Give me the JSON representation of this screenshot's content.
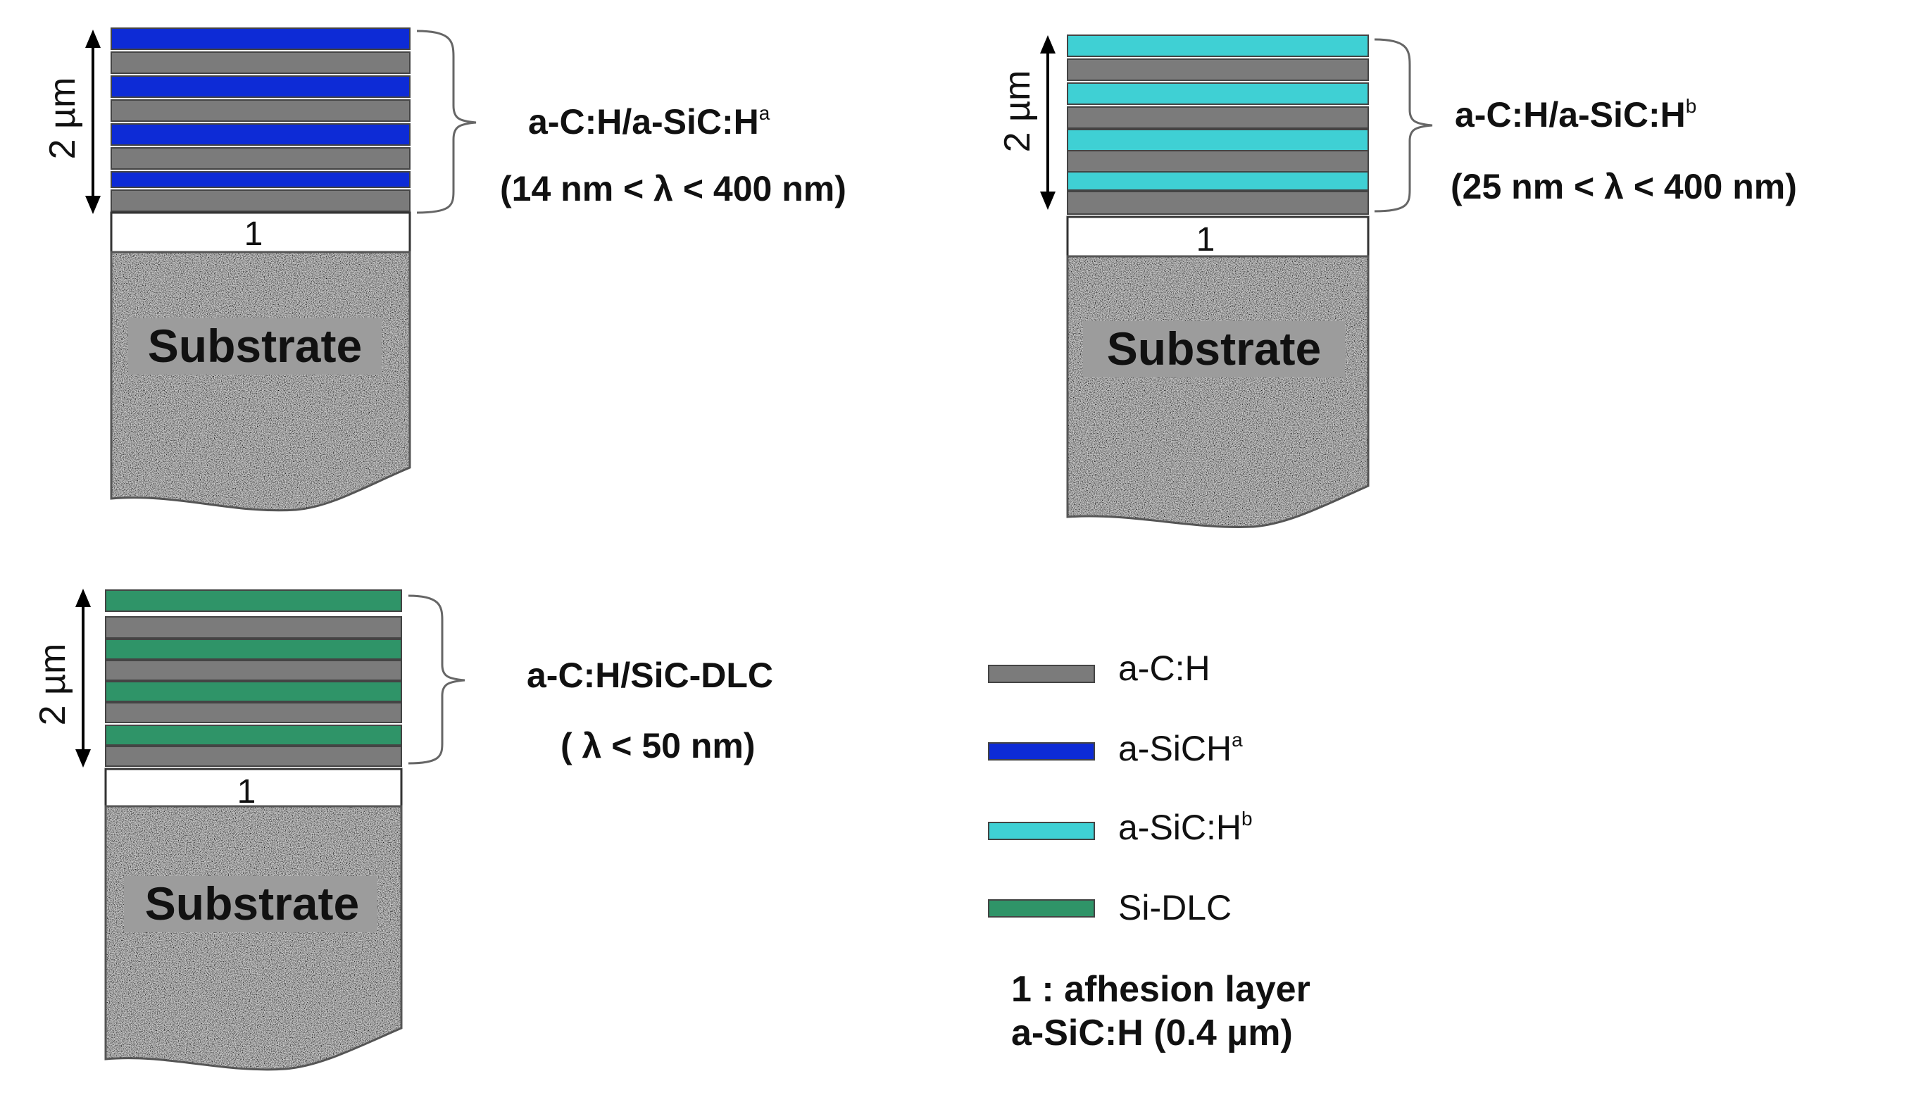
{
  "colors": {
    "a_CH": "#7b7b7b",
    "a_SiCH_a": "#0d2bd6",
    "a_SiCH_b": "#3fd0d4",
    "Si_DLC": "#2f9468",
    "substrate_label_bg": "#9c9c9c",
    "adhesion_layer": "#ffffff"
  },
  "panels": [
    {
      "id": "panel-1",
      "thickness_label": "2 µm",
      "adhesion_label": "1",
      "substrate_label": "Substrate",
      "title_main": "a-C:H/a-SiC:H",
      "title_sup": "a",
      "subtitle": "(14 nm < λ < 400 nm)",
      "stack": [
        "a_SiCH_a",
        "a_CH",
        "a_SiCH_a",
        "a_CH",
        "a_SiCH_a",
        "a_CH",
        "a_SiCH_a",
        "gap",
        "a_CH"
      ]
    },
    {
      "id": "panel-2",
      "thickness_label": "2 µm",
      "adhesion_label": "1",
      "substrate_label": "Substrate",
      "title_main": "a-C:H/a-SiC:H",
      "title_sup": "b",
      "subtitle": "(25 nm < λ < 400 nm)",
      "stack": [
        "a_SiCH_b",
        "a_CH",
        "a_SiCH_b",
        "a_CH",
        "a_SiCH_b",
        "a_CH",
        "a_SiCH_b",
        "a_CH"
      ]
    },
    {
      "id": "panel-3",
      "thickness_label": "2 µm",
      "adhesion_label": "1",
      "substrate_label": "Substrate",
      "title_main": "a-C:H/SiC-DLC",
      "title_sup": "",
      "subtitle": "( λ < 50 nm)",
      "stack": [
        "Si_DLC",
        "gap",
        "a_CH",
        "Si_DLC",
        "a_CH",
        "Si_DLC",
        "a_CH",
        "Si_DLC",
        "a_CH"
      ]
    }
  ],
  "legend": {
    "items": [
      {
        "key": "a_CH",
        "label": "a-C:H",
        "sup": ""
      },
      {
        "key": "a_SiCH_a",
        "label": "a-SiCH",
        "sup": "a"
      },
      {
        "key": "a_SiCH_b",
        "label": "a-SiC:H",
        "sup": "b"
      },
      {
        "key": "Si_DLC",
        "label": "Si-DLC",
        "sup": ""
      }
    ],
    "note_line1": "1 : afhesion layer",
    "note_line2": "a-SiC:H (0.4 µm)"
  }
}
